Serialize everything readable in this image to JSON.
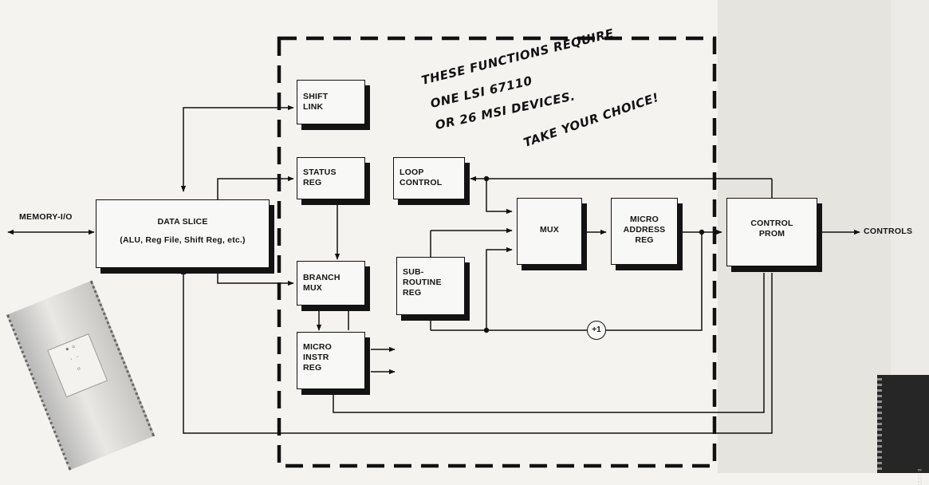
{
  "annotation": {
    "lines": [
      "THESE FUNCTIONS REQUIRE",
      "ONE LSI 67110",
      "OR 26 MSI DEVICES.",
      "TAKE YOUR CHOICE!"
    ]
  },
  "blocks": {
    "data_slice": {
      "title": "DATA SLICE",
      "subtitle": "(ALU, Reg File, Shift Reg, etc.)"
    },
    "shift_link": [
      "SHIFT",
      "LINK"
    ],
    "status_reg": [
      "STATUS",
      "REG"
    ],
    "branch_mux": [
      "BRANCH",
      "MUX"
    ],
    "micro_instr_reg": [
      "MICRO",
      "INSTR",
      "REG"
    ],
    "loop_control": [
      "LOOP",
      "CONTROL"
    ],
    "subroutine_reg": [
      "SUB-",
      "ROUTINE",
      "REG"
    ],
    "mux": "MUX",
    "micro_address_reg": [
      "MICRO",
      "ADDRESS",
      "REG"
    ],
    "control_prom": [
      "CONTROL",
      "PROM"
    ]
  },
  "signals": {
    "memory_io": "MEMORY-I/O",
    "controls": "CONTROLS",
    "increment": "+1"
  },
  "colors": {
    "ink": "#111111",
    "paper": "#f4f3f0"
  }
}
